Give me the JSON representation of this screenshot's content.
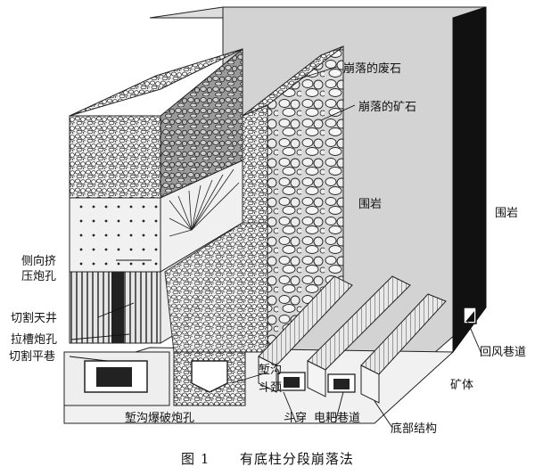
{
  "labels": {
    "caved_waste": "崩落的废石",
    "caved_ore": "崩落的矿石",
    "wall_rock_center": "围岩",
    "wall_rock_right": "围岩",
    "side_squeeze_holes_1": "侧向挤",
    "side_squeeze_holes_2": "压炮孔",
    "cutting_raise": "切割天井",
    "slot_holes": "拉槽炮孔",
    "cutting_drift": "切割平巷",
    "return_air_drift": "回风巷道",
    "orebody": "矿体",
    "trench": "堑沟",
    "funnel_neck": "斗颈",
    "trench_blast_holes": "堑沟爆破炮孔",
    "draw_crosscut": "斗穿",
    "scraper_drift": "电耙巷道",
    "bottom_structure": "底部结构"
  },
  "caption": {
    "figure_no": "图 1",
    "title": "有底柱分段崩落法"
  }
}
